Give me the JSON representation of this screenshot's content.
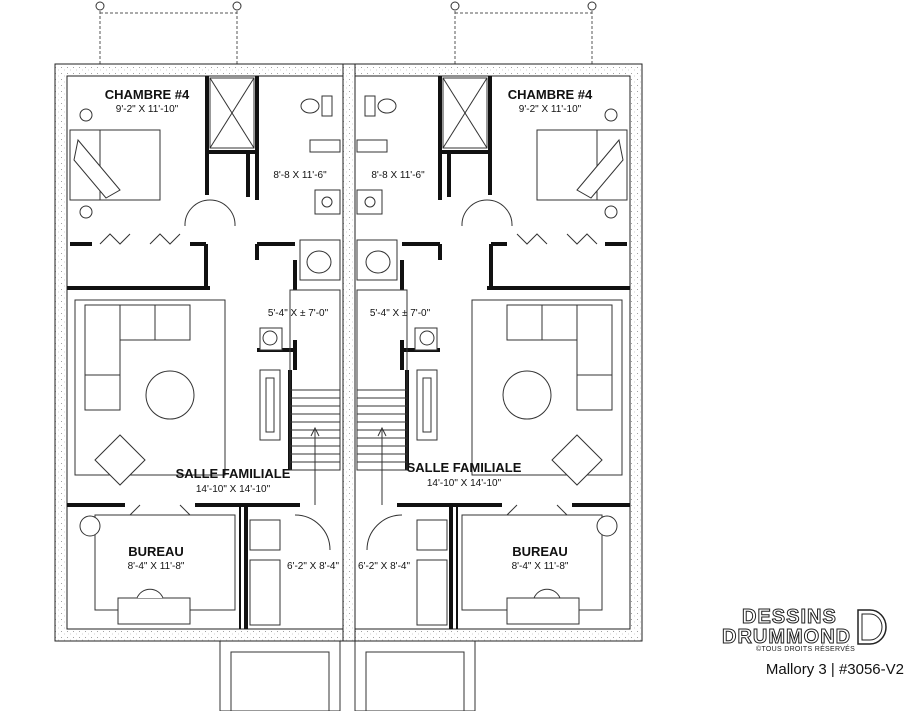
{
  "plan": {
    "left_unit": {
      "bedroom": {
        "name": "CHAMBRE #4",
        "dims": "9'-2\" X 11'-10\""
      },
      "bathroom_dims": "8'-8 X 11'-6\"",
      "stair_dims": "5'-4\" X ± 7'-0\"",
      "family_room": {
        "name": "SALLE FAMILIALE",
        "dims": "14'-10\" X 14'-10\""
      },
      "office": {
        "name": "BUREAU",
        "dims": "8'-4\" X 11'-8\""
      },
      "storage_dims": "6'-2\" X 8'-4\""
    },
    "right_unit": {
      "bedroom": {
        "name": "CHAMBRE #4",
        "dims": "9'-2\" X 11'-10\""
      },
      "bathroom_dims": "8'-8 X 11'-6\"",
      "stair_dims": "5'-4\" X ± 7'-0\"",
      "family_room": {
        "name": "SALLE FAMILIALE",
        "dims": "14'-10\" X 14'-10\""
      },
      "office": {
        "name": "BUREAU",
        "dims": "8'-4\" X 11'-8\""
      },
      "storage_dims": "6'-2\" X 8'-4\""
    }
  },
  "branding": {
    "line1": "DESSINS",
    "line2": "DRUMMOND",
    "copyright": "©TOUS DROITS RÉSERVÉS",
    "plan_name": "Mallory 3 | #3056-V2"
  }
}
